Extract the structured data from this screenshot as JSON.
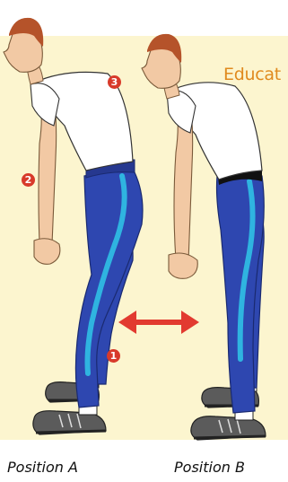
{
  "brand": {
    "text": "Educat",
    "color": "#e08a1e"
  },
  "background": {
    "panel_color": "#fcf5cf"
  },
  "markers": [
    {
      "id": "marker-1",
      "label": "1"
    },
    {
      "id": "marker-2",
      "label": "2"
    },
    {
      "id": "marker-3",
      "label": "3"
    }
  ],
  "captions": {
    "position_a": "Position A",
    "position_b": "Position B"
  },
  "colors": {
    "marker": "#d83a2a",
    "arrow": "#e23a30",
    "pants": "#2e47b0",
    "stripe": "#2fb4e0",
    "skin": "#f2c9a4",
    "hair": "#b5532a",
    "shirt": "#ffffff",
    "shoe": "#5b5b5b"
  }
}
